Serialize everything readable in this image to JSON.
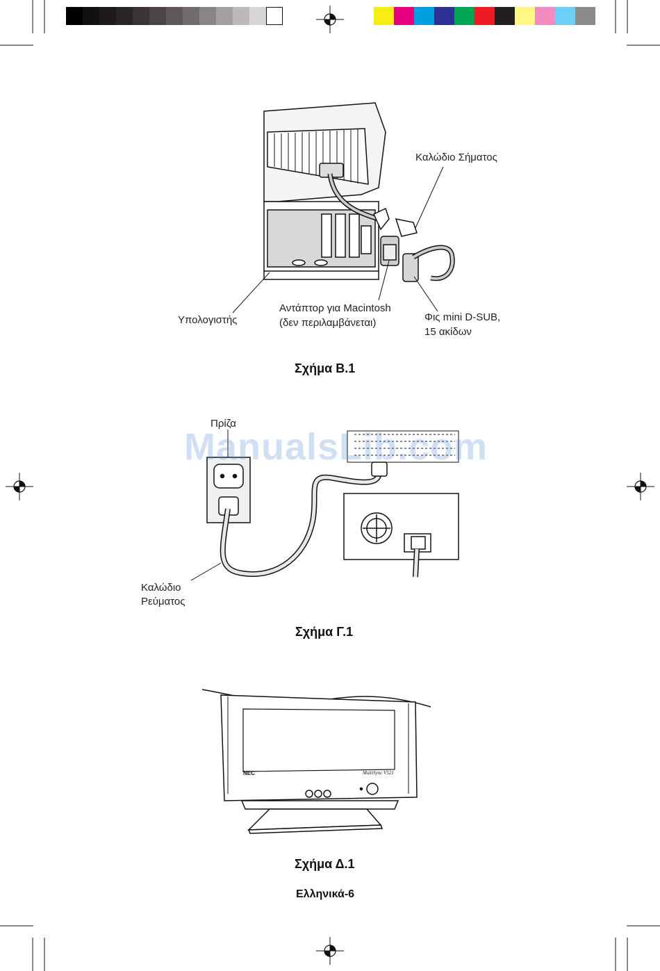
{
  "print_marks": {
    "grayscale": [
      "#000000",
      "#111111",
      "#1f1a1a",
      "#2b2626",
      "#3a3434",
      "#4a4444",
      "#5e5858",
      "#726c6c",
      "#8a8585",
      "#a39f9f",
      "#bdb9b9",
      "#d8d5d5",
      "#ffffff"
    ],
    "colors": [
      "#f7ec13",
      "#e4007f",
      "#00a0e0",
      "#2e3192",
      "#00a651",
      "#ed1c24",
      "#231f20",
      "#fff685",
      "#f28bc0",
      "#6dcff6",
      "#8a8a8a"
    ]
  },
  "figure_b1": {
    "labels": {
      "signal_cable": "Καλώδιο Σήματος",
      "computer": "Υπολογιστής",
      "mac_adapter_line1": "Αντάπτορ για Macintosh",
      "mac_adapter_line2": "(δεν περιλαμβάνεται)",
      "dsub_line1": "Φις mini D-SUB,",
      "dsub_line2": "15 ακίδων"
    },
    "caption": "Σχήμα Β.1"
  },
  "figure_g1": {
    "labels": {
      "outlet": "Πρίζα",
      "power_cable_line1": "Καλώδιο",
      "power_cable_line2": "Ρεύματος"
    },
    "caption": "Σχήμα Γ.1"
  },
  "figure_d1": {
    "brand_logo": "NEC",
    "model_logo": "MultiSync V521",
    "caption": "Σχήμα Δ.1"
  },
  "watermark": "ManualsLib.com",
  "footer": "Ελληνικά-6"
}
